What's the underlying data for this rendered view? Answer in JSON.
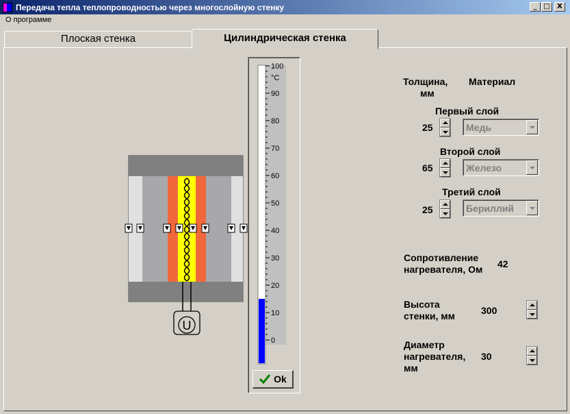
{
  "window": {
    "title": "Передача тепла теплопроводностью через многослойную стенку",
    "minimize_label": "_",
    "maximize_label": "□",
    "close_label": "X"
  },
  "menu": {
    "about": "О программе"
  },
  "tabs": [
    {
      "label": "Плоская стенка",
      "active": false
    },
    {
      "label": "Цилиндрическая стенка",
      "active": true
    }
  ],
  "thermometer": {
    "unit": "°C",
    "ticks": [
      "0",
      "10",
      "20",
      "30",
      "40",
      "50",
      "60",
      "70",
      "80",
      "90",
      "100"
    ],
    "range": [
      0,
      100
    ],
    "reading": 15,
    "fill_color": "#0000ff"
  },
  "ok_button": {
    "label": "Ok",
    "icon": "checkmark-icon"
  },
  "headers": {
    "thickness": "Толщина,",
    "thickness_unit": "мм",
    "material": "Материал"
  },
  "layers": [
    {
      "title": "Первый слой",
      "thickness": "25",
      "material": "Медь"
    },
    {
      "title": "Второй слой",
      "thickness": "65",
      "material": "Железо"
    },
    {
      "title": "Третий слой",
      "thickness": "25",
      "material": "Бериллий"
    }
  ],
  "resistance": {
    "line1": "Сопротивление",
    "line2": "нагревателя, Ом",
    "value": "42"
  },
  "height": {
    "line1": "Высота",
    "line2": "стенки, мм",
    "value": "300"
  },
  "diameter": {
    "line1": "Диаметр",
    "line2": "нагревателя,",
    "line3": "мм",
    "value": "30"
  },
  "diagram": {
    "source_symbol": "U",
    "colors": {
      "frame": "#808080",
      "outer_layer": "#a8a8ac",
      "inner_gap": "#e0e0e0",
      "layer_orange": "#f0683c",
      "heater_yellow": "#ffff00"
    }
  }
}
